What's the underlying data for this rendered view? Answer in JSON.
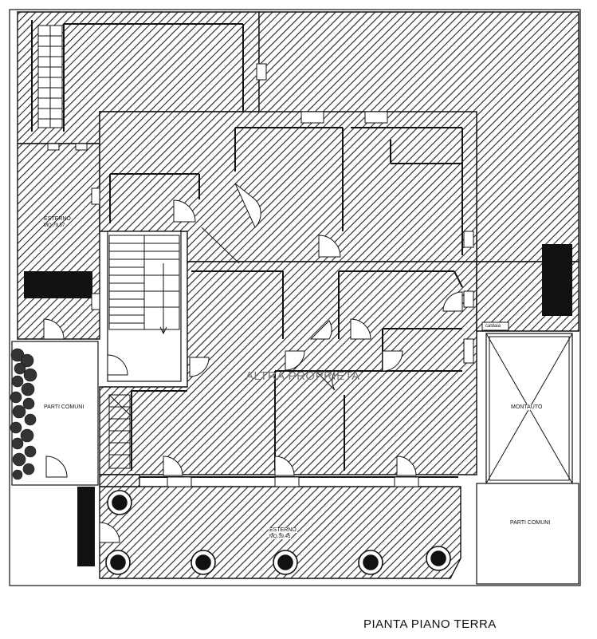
{
  "drawing": {
    "title": "PIANTA PIANO TERRA",
    "watermark": "ALTRA PROPRIETA'"
  },
  "rooms": {
    "esterno_left_name": "ESTERNO",
    "esterno_left_area": "MQ.79,57",
    "parti_comuni_left": "PARTI COMUNI",
    "esterno_bottom_name": "ESTERNO",
    "esterno_bottom_area": "MQ.39,45",
    "montauto": "MONTAUTO",
    "parti_comuni_right": "PARTI COMUNI",
    "caldaia": "caldaia"
  },
  "colors": {
    "line": "#111111",
    "hatch": "#222222",
    "wall_fill": "#111111",
    "watermark": "#777777",
    "greenery": "#333333"
  }
}
